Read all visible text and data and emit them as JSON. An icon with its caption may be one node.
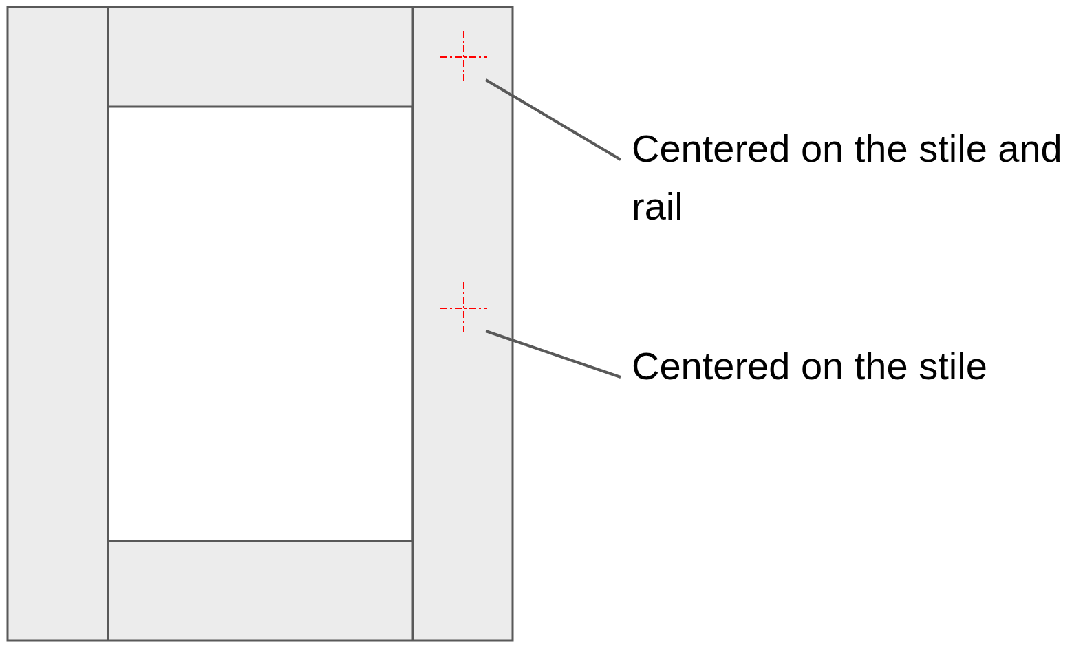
{
  "diagram": {
    "nodes": [
      {
        "text": [
          "Centered on the stile and rail"
        ]
      },
      {
        "text": [],
        "shape": "cross"
      },
      {
        "text": [
          "Centered on the stile"
        ]
      },
      {
        "text": [],
        "shape": "cross"
      }
    ],
    "edges": [
      {
        "from": 0,
        "to": 1,
        "arrow": "none"
      },
      {
        "from": 2,
        "to": 3,
        "arrow": "none"
      }
    ]
  }
}
